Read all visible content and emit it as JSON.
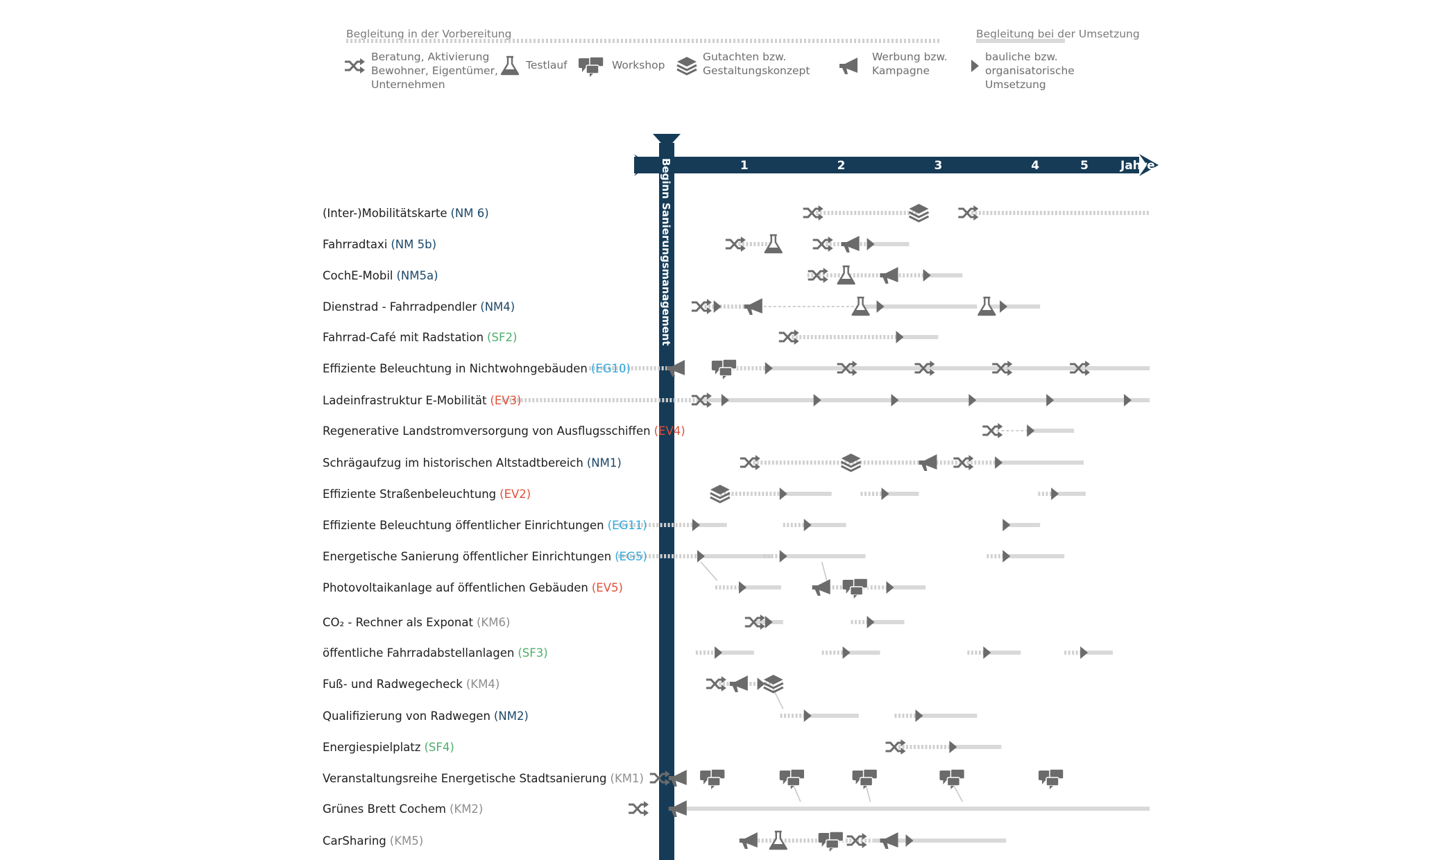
{
  "colors": {
    "navy": "#163b57",
    "icon": "#6b6b6b",
    "line": "#d9d9d9",
    "dotted": "#d0d0d0",
    "code_navy": "#1c4767",
    "code_green": "#4fae6b",
    "code_blue": "#2ea8db",
    "code_red": "#e0513a",
    "code_gray": "#8e8e8e"
  },
  "legend": {
    "prep_label": "Begleitung in der Vorbereitung",
    "impl_label": "Begleitung bei der Umsetzung",
    "items": [
      {
        "icon": "shuffle",
        "lines": [
          "Beratung, Aktivierung",
          "Bewohner, Eigentümer,",
          "Unternehmen"
        ]
      },
      {
        "icon": "flask",
        "lines": [
          "Testlauf"
        ]
      },
      {
        "icon": "chat",
        "lines": [
          "Workshop"
        ]
      },
      {
        "icon": "layers",
        "lines": [
          "Gutachten bzw.",
          "Gestaltungskonzept"
        ]
      },
      {
        "icon": "megaphone",
        "lines": [
          "Werbung bzw.",
          "Kampagne"
        ]
      },
      {
        "icon": "arrow",
        "lines": [
          "bauliche bzw.",
          "organisatorische",
          "Umsetzung"
        ]
      }
    ]
  },
  "axis": {
    "ticks": [
      "1",
      "2",
      "3",
      "4",
      "5"
    ],
    "unit": "Jahre",
    "start_label": "Beginn Sanierungsmanagement"
  },
  "rows": [
    {
      "name": "(Inter-)Mobilitätskarte",
      "code": "(NM 6)",
      "cc": "code_navy",
      "segs": [
        [
          "d",
          1.5,
          2.6
        ],
        [
          "d",
          3.1,
          4.98
        ]
      ],
      "icons": [
        [
          "shuffle",
          1.5
        ],
        [
          "layers",
          2.6
        ],
        [
          "shuffle",
          3.1
        ]
      ]
    },
    {
      "name": "Fahrradtaxi",
      "code": "(NM 5b)",
      "cc": "code_navy",
      "segs": [
        [
          "d",
          0.7,
          1.1
        ],
        [
          "d",
          1.6,
          2.1
        ],
        [
          "s",
          2.1,
          2.5
        ]
      ],
      "icons": [
        [
          "shuffle",
          0.7
        ],
        [
          "flask",
          1.1
        ],
        [
          "shuffle",
          1.6
        ],
        [
          "megaphone",
          1.9
        ],
        [
          "arrow",
          2.1
        ]
      ]
    },
    {
      "name": "CochE-Mobil",
      "code": "(NM5a)",
      "cc": "code_navy",
      "segs": [
        [
          "d",
          1.45,
          2.68
        ],
        [
          "s",
          2.68,
          3.05
        ]
      ],
      "icons": [
        [
          "shuffle",
          1.55
        ],
        [
          "flask",
          1.85
        ],
        [
          "megaphone",
          2.3
        ],
        [
          "arrow",
          2.68
        ]
      ]
    },
    {
      "name": "Dienstrad - Fahrradpendler",
      "code": "(NM4)",
      "cc": "code_navy",
      "segs": [
        [
          "d",
          0.35,
          0.9
        ],
        [
          "h",
          0.9,
          2.0
        ],
        [
          "s",
          2.0,
          3.2
        ],
        [
          "s",
          3.3,
          3.85
        ]
      ],
      "icons": [
        [
          "shuffle",
          0.35
        ],
        [
          "arrow",
          0.52
        ],
        [
          "megaphone",
          0.9
        ],
        [
          "flask",
          2.0
        ],
        [
          "arrow",
          2.2
        ],
        [
          "flask",
          3.3
        ],
        [
          "arrow",
          3.47
        ]
      ]
    },
    {
      "name": "Fahrrad-Café mit Radstation",
      "code": "(SF2)",
      "cc": "code_green",
      "segs": [
        [
          "d",
          1.25,
          2.4
        ],
        [
          "s",
          2.4,
          2.8
        ]
      ],
      "icons": [
        [
          "shuffle",
          1.25
        ],
        [
          "arrow",
          2.4
        ]
      ]
    },
    {
      "name": "Effiziente Beleuchtung in Nichtwohngebäuden",
      "code": "(EG10)",
      "cc": "code_blue",
      "segs": [
        [
          "d",
          -0.8,
          0.1
        ],
        [
          "d",
          0.6,
          1.05
        ],
        [
          "s",
          1.05,
          4.98
        ]
      ],
      "icons": [
        [
          "megaphone",
          0.1
        ],
        [
          "chat",
          0.6
        ],
        [
          "arrow",
          1.05
        ],
        [
          "shuffle",
          1.85
        ],
        [
          "shuffle",
          2.65
        ],
        [
          "shuffle",
          3.45
        ],
        [
          "shuffle",
          4.25
        ]
      ]
    },
    {
      "name": "Ladeinfrastruktur E-Mobilität",
      "code": "(EV3)",
      "cc": "code_red",
      "segs": [
        [
          "d",
          -1.7,
          0.35
        ],
        [
          "s",
          0.35,
          4.98
        ]
      ],
      "icons": [
        [
          "shuffle",
          0.35
        ],
        [
          "arrow",
          0.6
        ],
        [
          "arrow",
          1.55
        ],
        [
          "arrow",
          2.35
        ],
        [
          "arrow",
          3.15
        ],
        [
          "arrow",
          3.95
        ],
        [
          "arrow",
          4.75
        ]
      ]
    },
    {
      "name": "Regenerative Landstromversorgung von Ausflugsschiffen",
      "code": "(EV4)",
      "cc": "code_red",
      "segs": [
        [
          "h",
          3.35,
          3.75
        ],
        [
          "s",
          3.75,
          4.2
        ]
      ],
      "icons": [
        [
          "shuffle",
          3.35
        ],
        [
          "arrow",
          3.75
        ]
      ]
    },
    {
      "name": "Schrägaufzug im historischen Altstadtbereich",
      "code": "(NM1)",
      "cc": "code_navy",
      "segs": [
        [
          "d",
          0.85,
          3.42
        ],
        [
          "s",
          3.42,
          4.3
        ]
      ],
      "icons": [
        [
          "shuffle",
          0.85
        ],
        [
          "layers",
          1.9
        ],
        [
          "megaphone",
          2.7
        ],
        [
          "shuffle",
          3.05
        ],
        [
          "arrow",
          3.42
        ]
      ]
    },
    {
      "name": "Effiziente Straßenbeleuchtung",
      "code": "(EV2)",
      "cc": "code_red",
      "segs": [
        [
          "d",
          0.55,
          1.2
        ],
        [
          "s",
          1.2,
          1.7
        ],
        [
          "d",
          2.0,
          2.25
        ],
        [
          "s",
          2.25,
          2.6
        ],
        [
          "d",
          3.83,
          4.0
        ],
        [
          "s",
          4.0,
          4.32
        ]
      ],
      "icons": [
        [
          "layers",
          0.55
        ],
        [
          "arrow",
          1.2
        ],
        [
          "arrow",
          2.25
        ],
        [
          "arrow",
          4.0
        ]
      ]
    },
    {
      "name": "Effiziente Beleuchtung öffentlicher Einrichtungen",
      "code": "(EG11)",
      "cc": "code_blue",
      "segs": [
        [
          "d",
          -0.5,
          0.3
        ],
        [
          "s",
          0.3,
          0.62
        ],
        [
          "d",
          1.2,
          1.45
        ],
        [
          "s",
          1.45,
          1.85
        ],
        [
          "s",
          3.5,
          3.85
        ]
      ],
      "icons": [
        [
          "arrow",
          0.3
        ],
        [
          "arrow",
          1.45
        ],
        [
          "arrow",
          3.5
        ]
      ]
    },
    {
      "name": "Energetische Sanierung öffentlicher Einrichtungen",
      "code": "(EG5)",
      "cc": "code_blue",
      "segs": [
        [
          "d",
          -0.5,
          0.35
        ],
        [
          "s",
          0.35,
          1.08
        ],
        [
          "d",
          1.0,
          1.2
        ],
        [
          "s",
          1.2,
          2.05
        ],
        [
          "d",
          3.3,
          3.5
        ],
        [
          "s",
          3.5,
          4.1
        ]
      ],
      "icons": [
        [
          "arrow",
          0.35
        ],
        [
          "arrow",
          1.2
        ],
        [
          "arrow",
          3.5
        ]
      ]
    },
    {
      "name": "Photovoltaikanlage auf öffentlichen Gebäuden",
      "code": "(EV5)",
      "cc": "code_red",
      "segs": [
        [
          "d",
          0.5,
          0.78
        ],
        [
          "s",
          0.78,
          1.18
        ],
        [
          "d",
          1.55,
          2.3
        ],
        [
          "s",
          2.3,
          2.67
        ]
      ],
      "icons": [
        [
          "arrow",
          0.78
        ],
        [
          "megaphone",
          1.6
        ],
        [
          "chat",
          1.95
        ],
        [
          "arrow",
          2.3
        ]
      ]
    },
    {
      "name": "CO₂ - Rechner als Exponat",
      "code": "(KM6)",
      "cc": "code_gray",
      "segs": [
        [
          "s",
          0.9,
          1.05
        ],
        [
          "s",
          1.05,
          1.2
        ],
        [
          "d",
          1.9,
          2.1
        ],
        [
          "s",
          2.1,
          2.45
        ]
      ],
      "icons": [
        [
          "shuffle",
          0.9
        ],
        [
          "arrow",
          1.05
        ],
        [
          "arrow",
          2.1
        ]
      ]
    },
    {
      "name": "öffentliche Fahrradabstellanlagen",
      "code": "(SF3)",
      "cc": "code_green",
      "segs": [
        [
          "d",
          0.3,
          0.53
        ],
        [
          "s",
          0.53,
          0.9
        ],
        [
          "d",
          1.6,
          1.85
        ],
        [
          "s",
          1.85,
          2.2
        ],
        [
          "d",
          3.1,
          3.3
        ],
        [
          "s",
          3.3,
          3.65
        ],
        [
          "d",
          4.1,
          4.3
        ],
        [
          "s",
          4.3,
          4.6
        ]
      ],
      "icons": [
        [
          "arrow",
          0.53
        ],
        [
          "arrow",
          1.85
        ],
        [
          "arrow",
          3.3
        ],
        [
          "arrow",
          4.3
        ]
      ]
    },
    {
      "name": "Fuß- und Radwegecheck",
      "code": "(KM4)",
      "cc": "code_gray",
      "segs": [
        [
          "d",
          0.5,
          1.1
        ]
      ],
      "icons": [
        [
          "shuffle",
          0.5
        ],
        [
          "megaphone",
          0.75
        ],
        [
          "arrow",
          0.97
        ],
        [
          "layers",
          1.1
        ]
      ]
    },
    {
      "name": "Qualifizierung von Radwegen",
      "code": "(NM2)",
      "cc": "code_navy",
      "segs": [
        [
          "d",
          1.17,
          1.45
        ],
        [
          "s",
          1.45,
          1.98
        ],
        [
          "d",
          2.35,
          2.6
        ],
        [
          "s",
          2.6,
          3.2
        ]
      ],
      "icons": [
        [
          "arrow",
          1.45
        ],
        [
          "arrow",
          2.6
        ]
      ]
    },
    {
      "name": "Energiespielplatz",
      "code": "(SF4)",
      "cc": "code_green",
      "segs": [
        [
          "d",
          2.35,
          2.95
        ],
        [
          "s",
          2.95,
          3.45
        ]
      ],
      "icons": [
        [
          "shuffle",
          2.35
        ],
        [
          "arrow",
          2.95
        ]
      ]
    },
    {
      "name": "Veranstaltungsreihe Energetische Stadtsanierung",
      "code": "(KM1)",
      "cc": "code_gray",
      "segs": [],
      "icons": [
        [
          "shuffle",
          -0.08
        ],
        [
          "megaphone",
          0.12
        ],
        [
          "chat",
          0.48
        ],
        [
          "chat",
          1.3
        ],
        [
          "chat",
          2.05
        ],
        [
          "chat",
          2.95
        ],
        [
          "chat",
          3.97
        ]
      ]
    },
    {
      "name": "Grünes Brett Cochem",
      "code": "(KM2)",
      "cc": "code_gray",
      "segs": [
        [
          "s",
          0.12,
          4.98
        ]
      ],
      "icons": [
        [
          "shuffle",
          -0.3
        ],
        [
          "megaphone",
          0.12
        ]
      ]
    },
    {
      "name": "CarSharing",
      "code": "(KM5)",
      "cc": "code_gray",
      "segs": [
        [
          "d",
          0.9,
          2.12
        ],
        [
          "s",
          2.12,
          3.5
        ]
      ],
      "icons": [
        [
          "megaphone",
          0.85
        ],
        [
          "flask",
          1.15
        ],
        [
          "chat",
          1.7
        ],
        [
          "shuffle",
          1.95
        ],
        [
          "megaphone",
          2.3
        ],
        [
          "arrow",
          2.5
        ]
      ]
    }
  ],
  "connectors": [
    {
      "row": 11,
      "x": 0.35,
      "row2": 12,
      "x2": 0.52
    },
    {
      "row": 11,
      "x": 1.6,
      "row2": 12,
      "x2": 1.65
    },
    {
      "row": 15,
      "x": 1.1,
      "row2": 16,
      "x2": 1.2
    },
    {
      "row": 18,
      "x": 1.3,
      "row2": 19,
      "x2": 1.38
    },
    {
      "row": 18,
      "x": 2.05,
      "row2": 19,
      "x2": 2.1
    },
    {
      "row": 18,
      "x": 2.95,
      "row2": 19,
      "x2": 3.05
    }
  ]
}
